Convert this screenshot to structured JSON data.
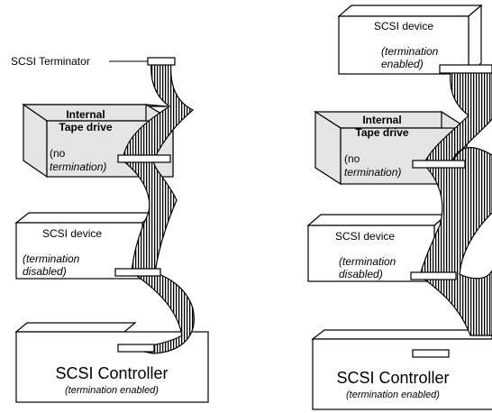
{
  "terminator_label": "SCSI Terminator",
  "left": {
    "tape_title_1": "Internal",
    "tape_title_2": "Tape drive",
    "tape_note_1": "(no",
    "tape_note_2": "termination)",
    "device_title": "SCSI device",
    "device_note_1": "(termination",
    "device_note_2": "disabled)",
    "controller_title": "SCSI Controller",
    "controller_note": "(termination enabled)"
  },
  "right": {
    "top_device_title": "SCSI device",
    "top_device_note_1": "(termination",
    "top_device_note_2": "enabled)",
    "tape_title_1": "Internal",
    "tape_title_2": "Tape drive",
    "tape_note_1": "(no",
    "tape_note_2": "termination)",
    "device_title": "SCSI device",
    "device_note_1": "(termination",
    "device_note_2": "disabled)",
    "controller_title": "SCSI Controller",
    "controller_note": "(termination enabled)"
  },
  "colors": {
    "line": "#000000",
    "box_fill": "#ffffff",
    "tape_fill": "#e4e4e4"
  }
}
